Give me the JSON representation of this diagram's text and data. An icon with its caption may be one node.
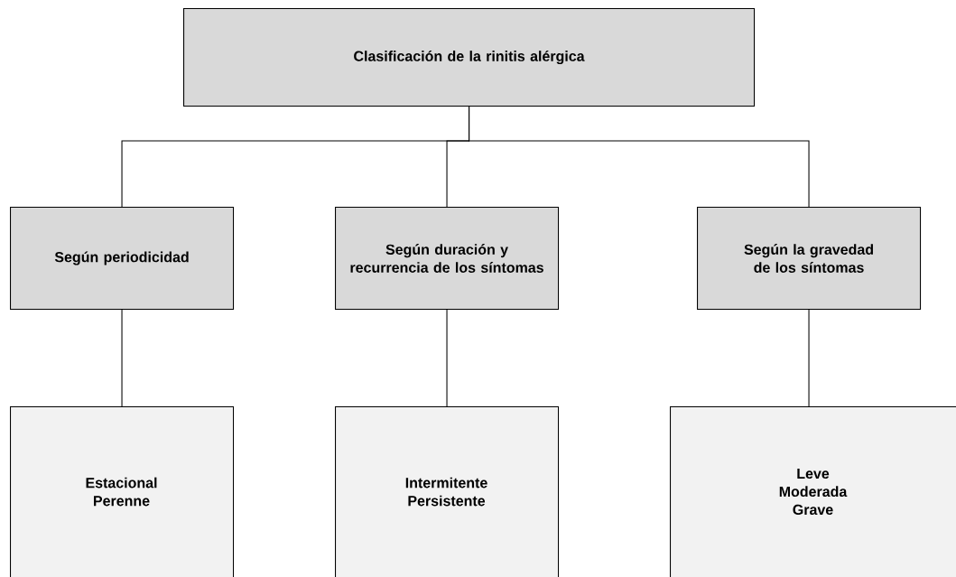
{
  "diagram": {
    "nodes": [
      {
        "text": [
          "Clasificación de la rinitis alérgica"
        ]
      },
      {
        "text": [
          "Según periodicidad"
        ]
      },
      {
        "text": [
          "Según duración y recurrencia de los síntomas"
        ]
      },
      {
        "text": [
          "Según la gravedad de los síntomas"
        ]
      },
      {
        "text": [
          "Estacional",
          "Perenne"
        ]
      },
      {
        "text": [
          "Intermitente",
          "Persistente"
        ]
      },
      {
        "text": [
          "Leve",
          "Moderada",
          "Grave"
        ]
      }
    ],
    "edges": [
      {
        "from": 0,
        "to": 1,
        "arrow": "none"
      },
      {
        "from": 0,
        "to": 2,
        "arrow": "none"
      },
      {
        "from": 0,
        "to": 3,
        "arrow": "none"
      },
      {
        "from": 1,
        "to": 4,
        "arrow": "none"
      },
      {
        "from": 2,
        "to": 5,
        "arrow": "none"
      },
      {
        "from": 3,
        "to": 6,
        "arrow": "none"
      }
    ]
  }
}
